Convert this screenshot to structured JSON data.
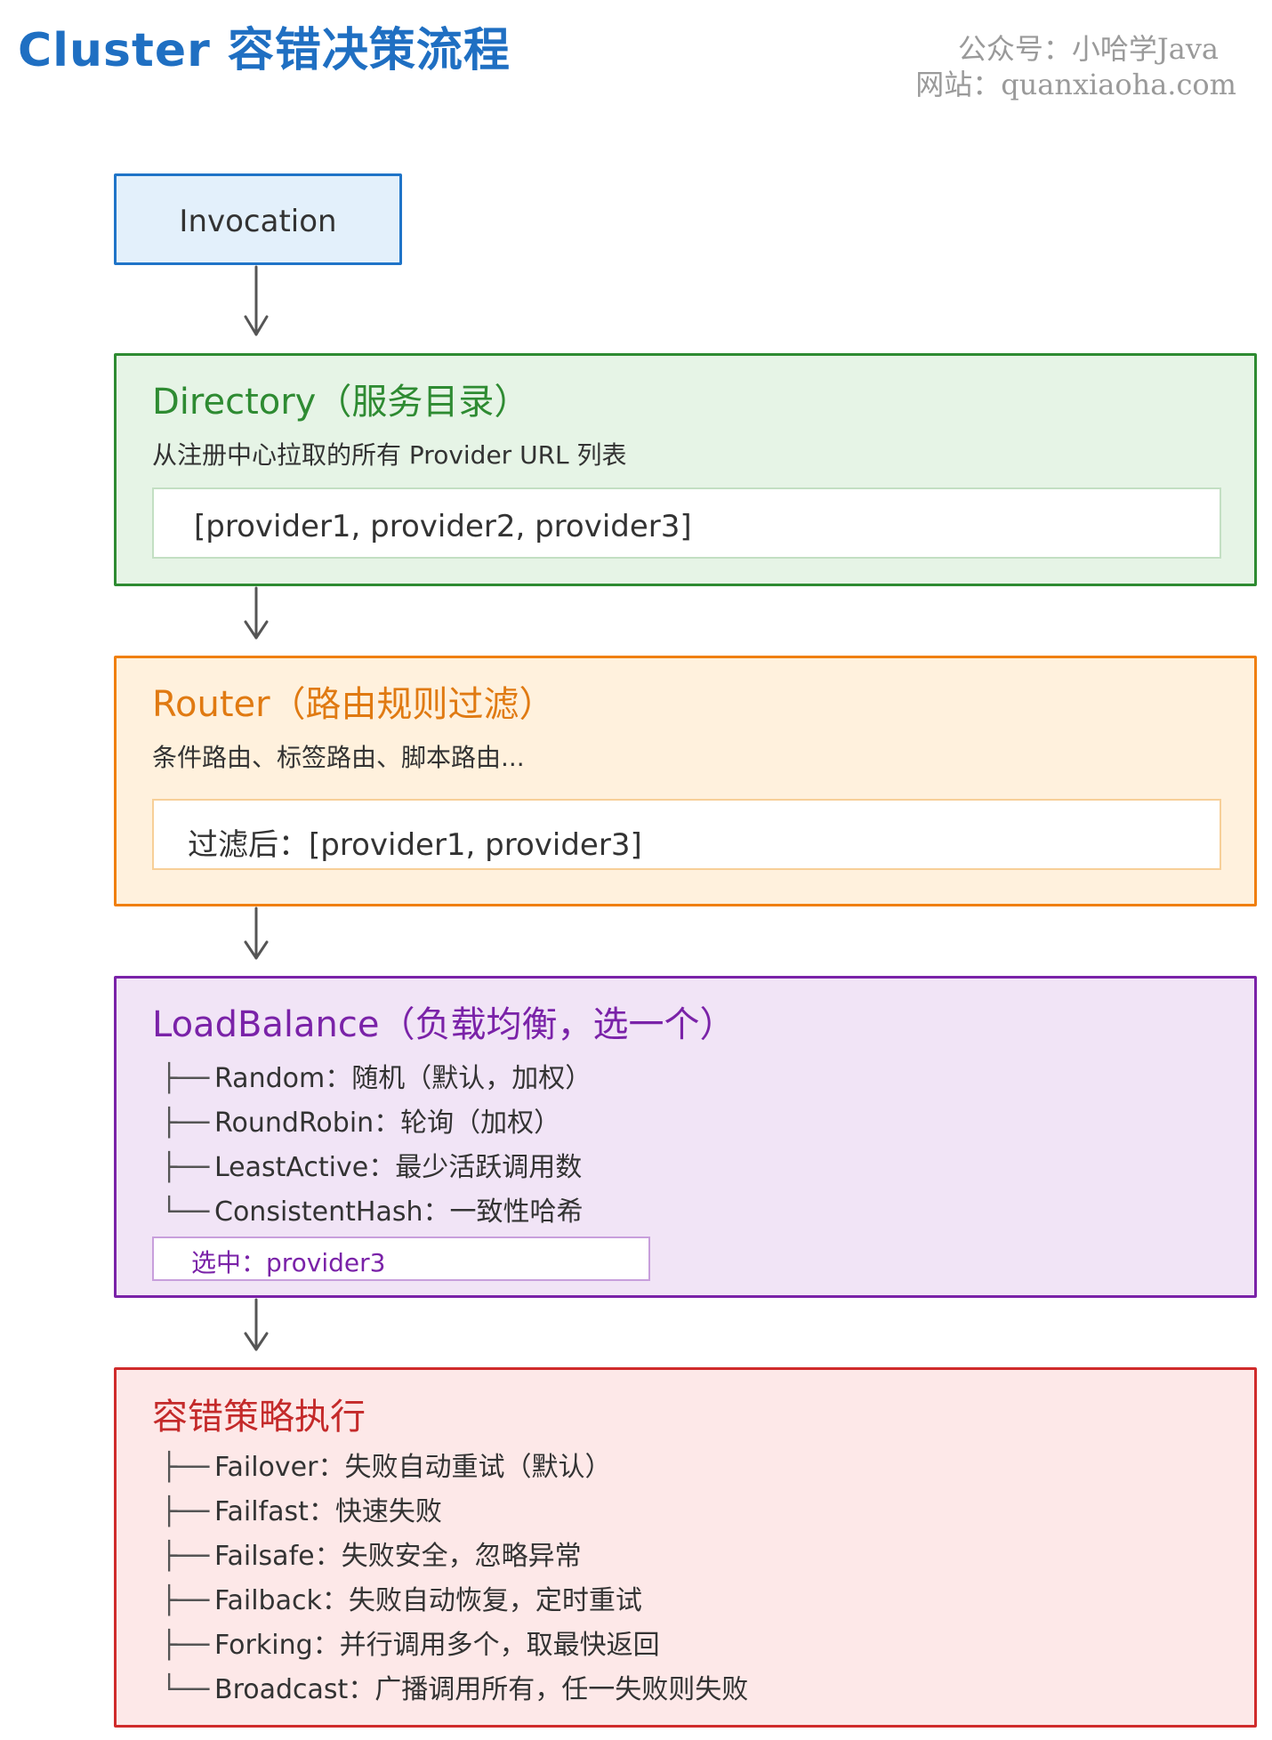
{
  "header": {
    "title": "Cluster 容错决策流程",
    "watermark_line1": "公众号：小哈学Java",
    "watermark_line2": "网站：quanxiaoha.com"
  },
  "invocation": {
    "label": "Invocation"
  },
  "directory": {
    "title": "Directory（服务目录）",
    "description": "从注册中心拉取的所有 Provider URL 列表",
    "list_value": "[provider1, provider2, provider3]"
  },
  "router": {
    "title": "Router（路由规则过滤）",
    "description": "条件路由、标签路由、脚本路由...",
    "filtered_value": "过滤后：[provider1, provider3]"
  },
  "loadbalance": {
    "title": "LoadBalance（负载均衡，选一个）",
    "items": [
      {
        "branch": "├──",
        "text": "Random：随机（默认，加权）"
      },
      {
        "branch": "├──",
        "text": "RoundRobin：轮询（加权）"
      },
      {
        "branch": "├──",
        "text": "LeastActive：最少活跃调用数"
      },
      {
        "branch": "└──",
        "text": "ConsistentHash：一致性哈希"
      }
    ],
    "selected": "选中：provider3"
  },
  "fault_tolerance": {
    "title": "容错策略执行",
    "items": [
      {
        "branch": "├──",
        "text": "Failover：失败自动重试（默认）"
      },
      {
        "branch": "├──",
        "text": "Failfast：快速失败"
      },
      {
        "branch": "├──",
        "text": "Failsafe：失败安全，忽略异常"
      },
      {
        "branch": "├──",
        "text": "Failback：失败自动恢复，定时重试"
      },
      {
        "branch": "├──",
        "text": "Forking：并行调用多个，取最快返回"
      },
      {
        "branch": "└──",
        "text": "Broadcast：广播调用所有，任一失败则失败"
      }
    ]
  },
  "colors": {
    "title_blue": "#1f6fc2",
    "invocation_border": "#1f74c8",
    "directory_green": "#2e8b32",
    "router_orange": "#f07f0f",
    "loadbalance_purple": "#7a22a8",
    "fault_tolerance_red": "#d02b2b",
    "arrow_gray": "#555555"
  }
}
